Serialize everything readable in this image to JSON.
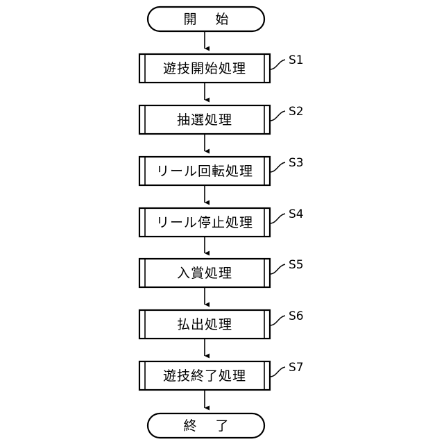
{
  "diagram": {
    "type": "flowchart",
    "orientation": "vertical",
    "title": "",
    "language": "ja",
    "start_terminal": {
      "label": "開　始",
      "shape": "stadium"
    },
    "end_terminal": {
      "label": "終　了",
      "shape": "stadium"
    },
    "steps": [
      {
        "step_id": "S1",
        "label": "遊技開始処理",
        "shape": "predefined-process"
      },
      {
        "step_id": "S2",
        "label": "抽選処理",
        "shape": "predefined-process"
      },
      {
        "step_id": "S3",
        "label": "リール回転処理",
        "shape": "predefined-process"
      },
      {
        "step_id": "S4",
        "label": "リール停止処理",
        "shape": "predefined-process"
      },
      {
        "step_id": "S5",
        "label": "入賞処理",
        "shape": "predefined-process"
      },
      {
        "step_id": "S6",
        "label": "払出処理",
        "shape": "predefined-process"
      },
      {
        "step_id": "S7",
        "label": "遊技終了処理",
        "shape": "predefined-process"
      }
    ],
    "colors": {
      "stroke": "#000000",
      "fill": "#ffffff",
      "background": "#ffffff",
      "text": "#000000"
    }
  }
}
